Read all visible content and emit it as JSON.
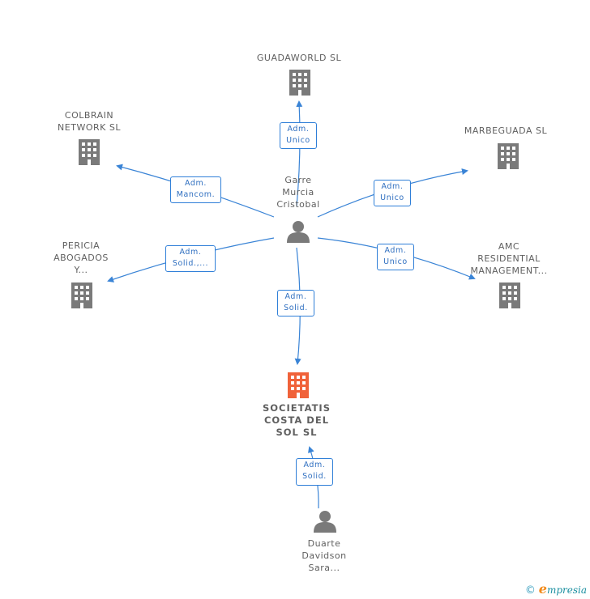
{
  "nodes": {
    "guadaworld": "GUADAWORLD SL",
    "colbrain": "COLBRAIN\nNETWORK SL",
    "marbeguada": "MARBEGUADA SL",
    "pericia": "PERICIA\nABOGADOS\nY...",
    "amc": "AMC\nRESIDENTIAL\nMANAGEMENT...",
    "center_person": "Garre\nMurcia\nCristobal",
    "main_company": "SOCIETATIS\nCOSTA DEL\nSOL SL",
    "bottom_person": "Duarte\nDavidson\nSara..."
  },
  "relations": {
    "to_guadaworld": "Adm.\nUnico",
    "to_colbrain": "Adm.\nMancom.",
    "to_marbeguada": "Adm.\nUnico",
    "to_pericia": "Adm.\nSolid.,...",
    "to_amc": "Adm.\nUnico",
    "to_main": "Adm.\nSolid.",
    "bottom_to_main": "Adm.\nSolid."
  },
  "colors": {
    "company_icon": "#7a7a7a",
    "main_company_icon": "#f0623a",
    "person_icon": "#7a7a7a",
    "edge": "#3a84d6"
  },
  "brand": {
    "copyright": "©",
    "initial": "e",
    "rest": "mpresia"
  }
}
